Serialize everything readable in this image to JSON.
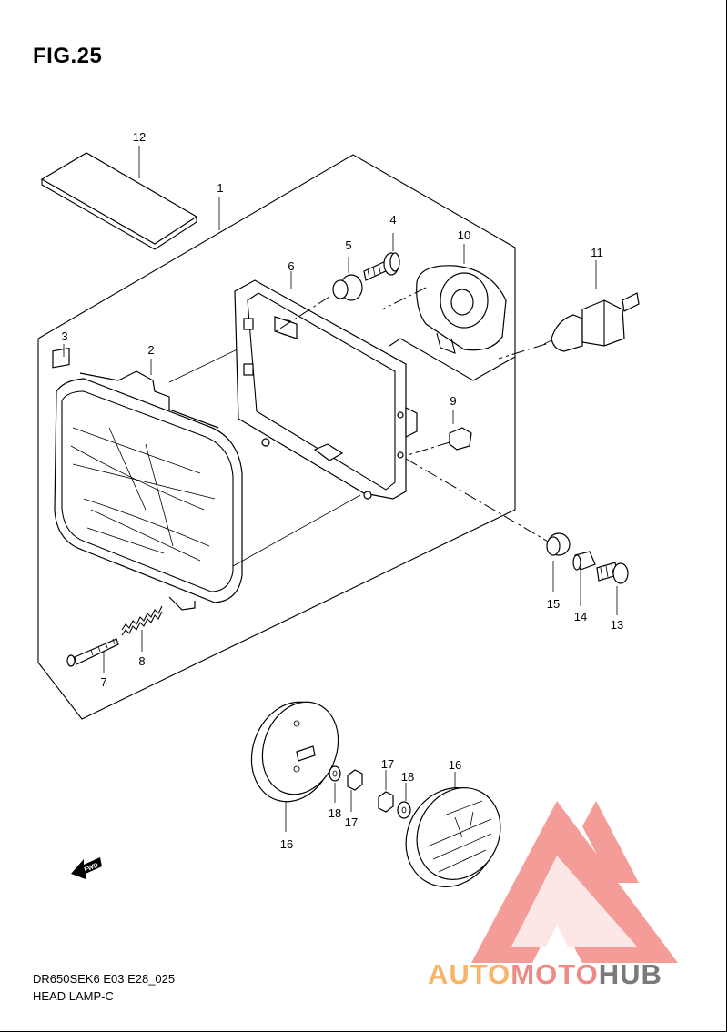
{
  "figure": {
    "title": "FIG.25"
  },
  "callouts": {
    "p1": "1",
    "p2": "2",
    "p3": "3",
    "p4": "4",
    "p5": "5",
    "p6": "6",
    "p7": "7",
    "p8": "8",
    "p9": "9",
    "p10": "10",
    "p11": "11",
    "p12": "12",
    "p13": "13",
    "p14": "14",
    "p15": "15",
    "p16a": "16",
    "p16b": "16",
    "p17a": "17",
    "p17b": "17",
    "p18a": "18",
    "p18b": "18"
  },
  "footer": {
    "model_code": "DR650SEK6 E03 E28_025",
    "section_name": "HEAD LAMP-C"
  },
  "direction_badge": "FWD",
  "watermark": {
    "part1": "AUTO",
    "part2": "MOTO",
    "part3": "HUB",
    "colors": {
      "part1": "#f5b56b",
      "part2": "#ee8a86",
      "part3": "#7a7a7a",
      "logo": "#f28b87"
    }
  }
}
